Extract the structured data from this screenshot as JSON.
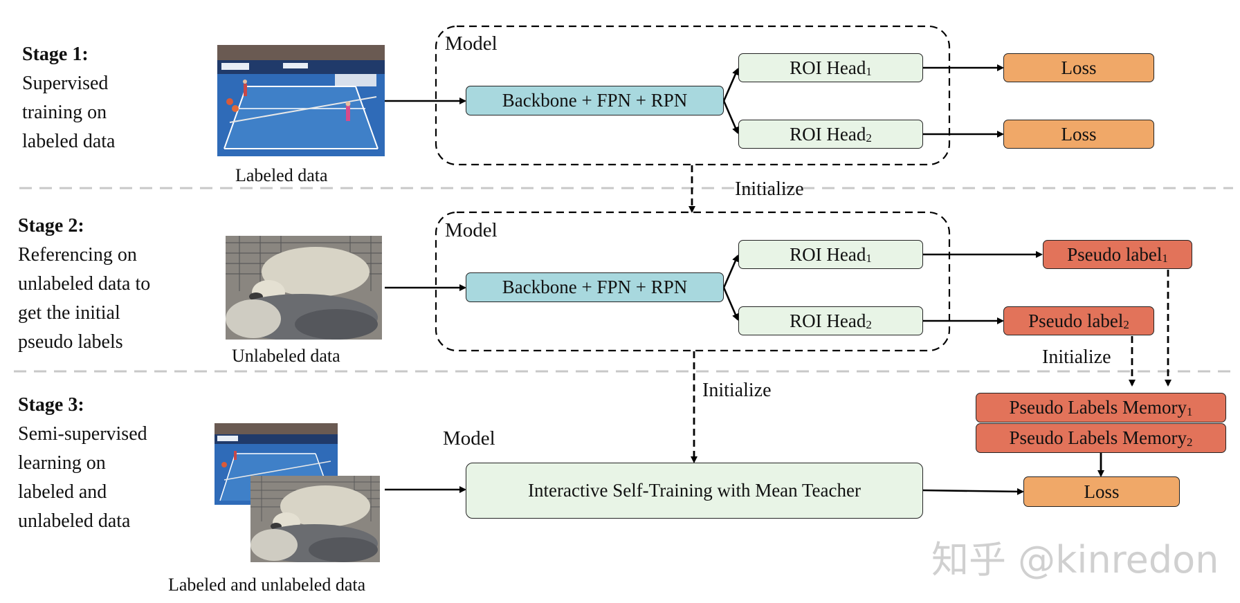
{
  "stages": [
    {
      "title": "Stage 1:",
      "desc": [
        "Supervised",
        "training on",
        "labeled data"
      ]
    },
    {
      "title": "Stage 2:",
      "desc": [
        "Referencing on",
        "unlabeled data to",
        "get the initial",
        "pseudo labels"
      ]
    },
    {
      "title": "Stage 3:",
      "desc": [
        "Semi-supervised",
        "learning on",
        "labeled and",
        "unlabeled data"
      ]
    }
  ],
  "captions": {
    "labeled": "Labeled data",
    "unlabeled": "Unlabeled data",
    "both": "Labeled and unlabeled data"
  },
  "model_label": "Model",
  "backbone": "Backbone + FPN + RPN",
  "roi_head": "ROI Head",
  "loss": "Loss",
  "pseudo_label": "Pseudo label",
  "memory": "Pseudo Labels Memory",
  "subscripts": [
    "1",
    "2"
  ],
  "interactive": "Interactive Self-Training with Mean Teacher",
  "initialize": "Initialize",
  "watermark": "知乎 @kinredon",
  "colors": {
    "backbone": "#a8d8de",
    "roi": "#e8f4e6",
    "loss": "#f0a868",
    "pseudo": "#e2735a"
  },
  "icons": {
    "photo_tennis": "tennis-court-photo",
    "photo_sheep": "sheep-photo"
  }
}
